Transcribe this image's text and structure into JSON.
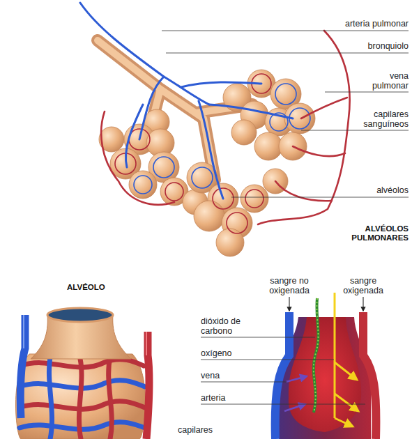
{
  "diagram": {
    "labels": [
      "arteria pulmonar",
      "bronquiolo",
      "vena pulmonar",
      "capilares sanguíneos",
      "alvéolos",
      "ALVÉOLOS PULMONARES",
      "ALVÉOLO",
      "sangre no oxigenada",
      "sangre oxigenada",
      "dióxido de carbono",
      "oxígeno",
      "vena",
      "arteria",
      "capilares"
    ]
  }
}
